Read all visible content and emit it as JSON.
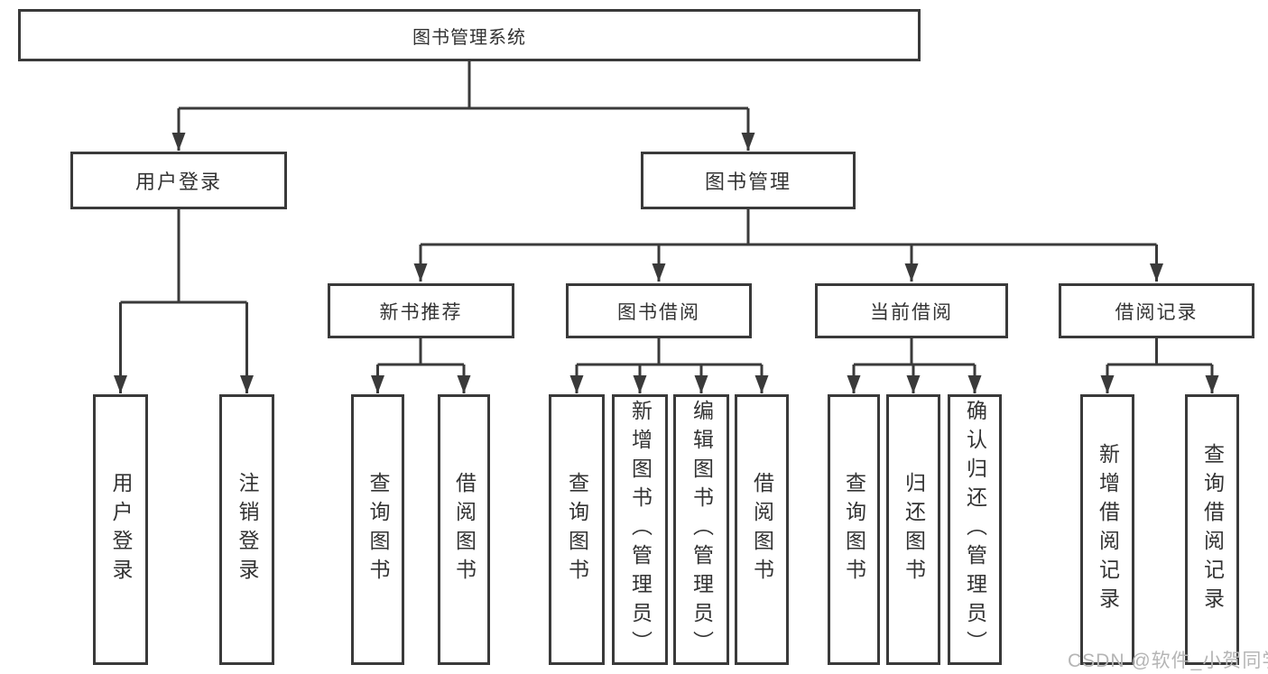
{
  "page": {
    "background": "#ffffff",
    "watermark": "CSDN @软件_小贺同学"
  },
  "colors": {
    "line": "#3a3a3a",
    "text": "#333333",
    "watermark": "#b5b5b5"
  },
  "tree": {
    "root": "图书管理系统",
    "level2": [
      {
        "label": "用户登录",
        "children": [
          "用户登录",
          "注销登录"
        ]
      },
      {
        "label": "图书管理",
        "children": [
          {
            "label": "新书推荐",
            "children": [
              "查询图书",
              "借阅图书"
            ]
          },
          {
            "label": "图书借阅",
            "children": [
              "查询图书",
              "新增图书（管理员）",
              "编辑图书（管理员）",
              "借阅图书"
            ]
          },
          {
            "label": "当前借阅",
            "children": [
              "查询图书",
              "归还图书",
              "确认归还（管理员）"
            ]
          },
          {
            "label": "借阅记录",
            "children": [
              "新增借阅记录",
              "查询借阅记录"
            ]
          }
        ]
      }
    ]
  }
}
